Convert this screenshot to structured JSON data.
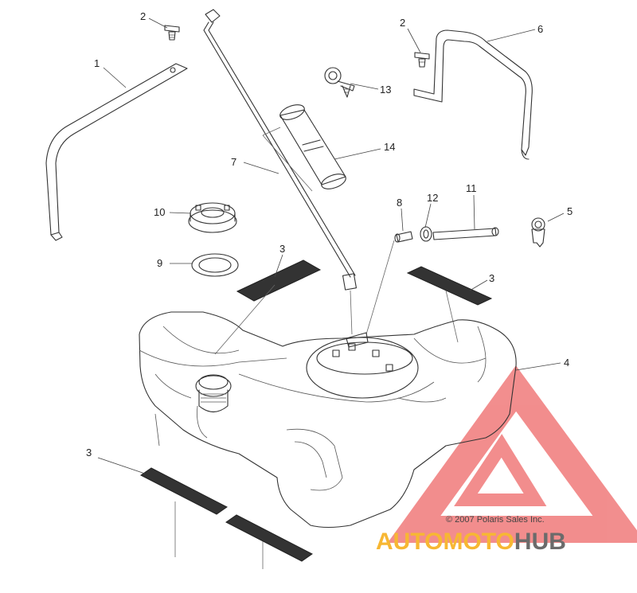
{
  "callouts": [
    {
      "id": "c1",
      "text": "1"
    },
    {
      "id": "c2a",
      "text": "2"
    },
    {
      "id": "c2b",
      "text": "2"
    },
    {
      "id": "c3a",
      "text": "3"
    },
    {
      "id": "c3b",
      "text": "3"
    },
    {
      "id": "c3c",
      "text": "3"
    },
    {
      "id": "c4",
      "text": "4"
    },
    {
      "id": "c5",
      "text": "5"
    },
    {
      "id": "c6",
      "text": "6"
    },
    {
      "id": "c7",
      "text": "7"
    },
    {
      "id": "c8",
      "text": "8"
    },
    {
      "id": "c9",
      "text": "9"
    },
    {
      "id": "c10",
      "text": "10"
    },
    {
      "id": "c11",
      "text": "11"
    },
    {
      "id": "c12",
      "text": "12"
    },
    {
      "id": "c13",
      "text": "13"
    },
    {
      "id": "c14",
      "text": "14"
    }
  ],
  "watermark": {
    "copyright": "© 2007 Polaris Sales Inc.",
    "brand_part1": "AUTOMOTO",
    "brand_part2": "HUB",
    "colors": {
      "triangle": "#f07a7a",
      "brand_orange": "#f7b733",
      "brand_gray": "#6b6b6b"
    }
  }
}
